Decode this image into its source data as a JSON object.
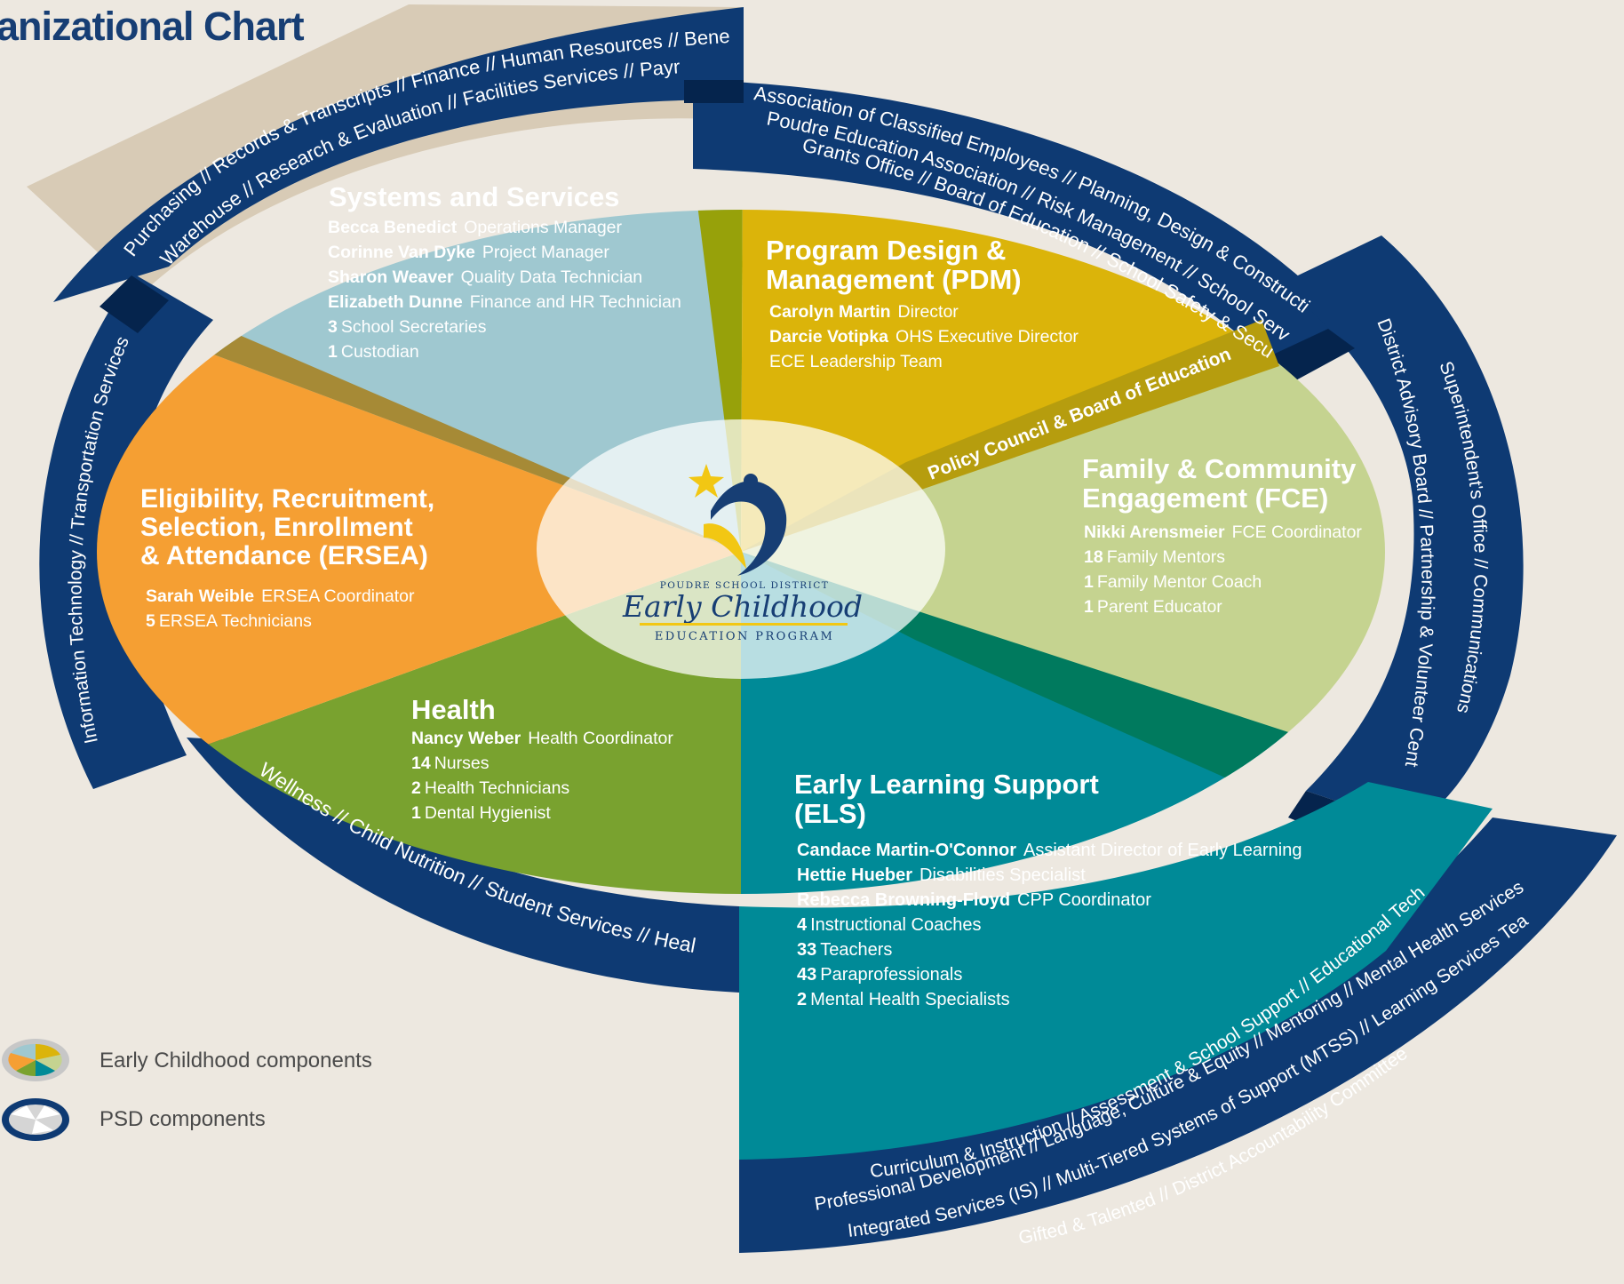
{
  "title": "anizational Chart",
  "center": {
    "district": "POUDRE SCHOOL DISTRICT",
    "name": "Early Childhood",
    "subtitle": "EDUCATION PROGRAM"
  },
  "band_label": "Policy Council & Board of Education",
  "sections": {
    "systems": {
      "title": "Systems and Services",
      "people": [
        {
          "name": "Becca Benedict",
          "role": "Operations Manager"
        },
        {
          "name": "Corinne Van Dyke",
          "role": "Project Manager"
        },
        {
          "name": "Sharon Weaver",
          "role": "Quality Data Technician"
        },
        {
          "name": "Elizabeth Dunne",
          "role": "Finance and HR Technician"
        },
        {
          "name": "3",
          "role": "School Secretaries"
        },
        {
          "name": "1",
          "role": "Custodian"
        }
      ]
    },
    "pdm": {
      "title_line1": "Program Design &",
      "title_line2": "Management (PDM)",
      "people": [
        {
          "name": "Carolyn Martin",
          "role": "Director"
        },
        {
          "name": "Darcie Votipka",
          "role": "OHS Executive Director"
        },
        {
          "name": "",
          "role": "ECE Leadership Team"
        }
      ]
    },
    "fce": {
      "title_line1": "Family & Community",
      "title_line2": "Engagement (FCE)",
      "people": [
        {
          "name": "Nikki Arensmeier",
          "role": "FCE Coordinator"
        },
        {
          "name": "18",
          "role": "Family Mentors"
        },
        {
          "name": "1",
          "role": "Family Mentor Coach"
        },
        {
          "name": "1",
          "role": "Parent Educator"
        }
      ]
    },
    "ersea": {
      "title_line1": "Eligibility, Recruitment,",
      "title_line2": "Selection, Enrollment",
      "title_line3": "& Attendance (ERSEA)",
      "people": [
        {
          "name": "Sarah Weible",
          "role": "ERSEA Coordinator"
        },
        {
          "name": "5",
          "role": "ERSEA Technicians"
        }
      ]
    },
    "health": {
      "title": "Health",
      "people": [
        {
          "name": "Nancy Weber",
          "role": "Health Coordinator"
        },
        {
          "name": "14",
          "role": "Nurses"
        },
        {
          "name": "2",
          "role": "Health Technicians"
        },
        {
          "name": "1",
          "role": "Dental Hygienist"
        }
      ]
    },
    "els": {
      "title_line1": "Early Learning Support",
      "title_line2": "(ELS)",
      "people": [
        {
          "name": "Candace Martin-O'Connor",
          "role": "Assistant Director of Early Learning"
        },
        {
          "name": "Hettie Hueber",
          "role": "Disabilities Specialist"
        },
        {
          "name": "Rebecca Browning-Floyd",
          "role": "CPP Coordinator"
        },
        {
          "name": "4",
          "role": "Instructional Coaches"
        },
        {
          "name": "33",
          "role": "Teachers"
        },
        {
          "name": "43",
          "role": "Paraprofessionals"
        },
        {
          "name": "2",
          "role": "Mental Health Specialists"
        }
      ]
    }
  },
  "psd_arcs": {
    "top_left_1": "Purchasing // Records & Transcripts // Finance // Human Resources // Benefits",
    "top_left_2": "Warehouse // Research & Evaluation // Facilities Services //  Payroll",
    "top_right_1": "Association of Classified Employees // Planning, Design & Construction",
    "top_right_2": "Poudre Education Association // Risk Management // School Services",
    "top_right_3": "Grants Office // Board of Education //  School Safety & Security",
    "right_1": "Superintendent's Office // Communications",
    "right_2": "District Advisory Board // Partnership & Volunteer Center",
    "left_1": "Information Technology // Transportation Services",
    "bottom_left_1": "Wellness // Child Nutrition //  Student Services // Health",
    "bottom_right_1": "Curriculum & Instruction // Assessment & School Support // Educational Tech",
    "bottom_right_2": "Professional Development // Language, Culture & Equity // Mentoring // Mental Health Services",
    "bottom_right_3": "Integrated Services (IS) // Multi-Tiered Systems of Support (MTSS) // Learning Services Team",
    "bottom_right_4": "Gifted & Talented // District Accountability Committee"
  },
  "legend": [
    {
      "label": "Early Childhood components"
    },
    {
      "label": "PSD components"
    }
  ],
  "colors": {
    "navy": "#0e3a73",
    "systems": "#9fc8d0",
    "pdm": "#dbb40a",
    "fce": "#c5d390",
    "ersea": "#f59f33",
    "health": "#79a22f",
    "els": "#008a97",
    "band": "#b69d0e",
    "tan": "#d8cbb6"
  }
}
